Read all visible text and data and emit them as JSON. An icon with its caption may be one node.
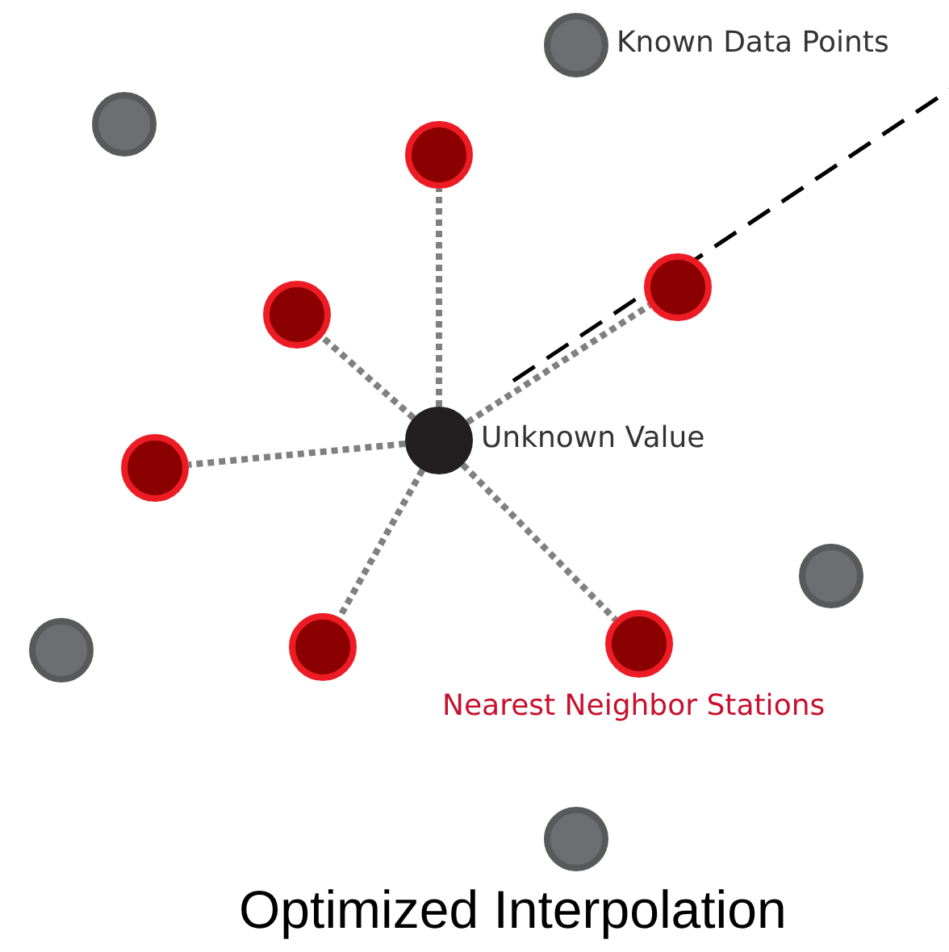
{
  "diagram": {
    "caption": "Optimized Interpolation",
    "nodes": [
      {
        "text": [],
        "shape": "circle",
        "beside": [
          "Known Data Points"
        ]
      },
      {
        "text": [],
        "shape": "circle"
      },
      {
        "text": [],
        "shape": "circle"
      },
      {
        "text": [],
        "shape": "circle"
      },
      {
        "text": [],
        "shape": "circle"
      },
      {
        "text": [],
        "shape": "circle",
        "beside": [
          "Unknown Value"
        ]
      },
      {
        "text": [],
        "shape": "circle"
      },
      {
        "text": [],
        "shape": "circle"
      },
      {
        "text": [],
        "shape": "circle"
      },
      {
        "text": [],
        "shape": "circle"
      },
      {
        "text": [],
        "shape": "circle"
      },
      {
        "text": [],
        "shape": "circle"
      }
    ],
    "edges": [
      {
        "from": 5,
        "to": 2,
        "arrow": "none"
      },
      {
        "from": 5,
        "to": 3,
        "arrow": "none"
      },
      {
        "from": 5,
        "to": 4,
        "arrow": "none"
      },
      {
        "from": 5,
        "to": 6,
        "arrow": "none"
      },
      {
        "from": 5,
        "to": 8,
        "arrow": "none"
      },
      {
        "from": 5,
        "to": 9,
        "arrow": "none"
      }
    ],
    "labels": [
      "Nearest Neighbor Stations"
    ]
  }
}
